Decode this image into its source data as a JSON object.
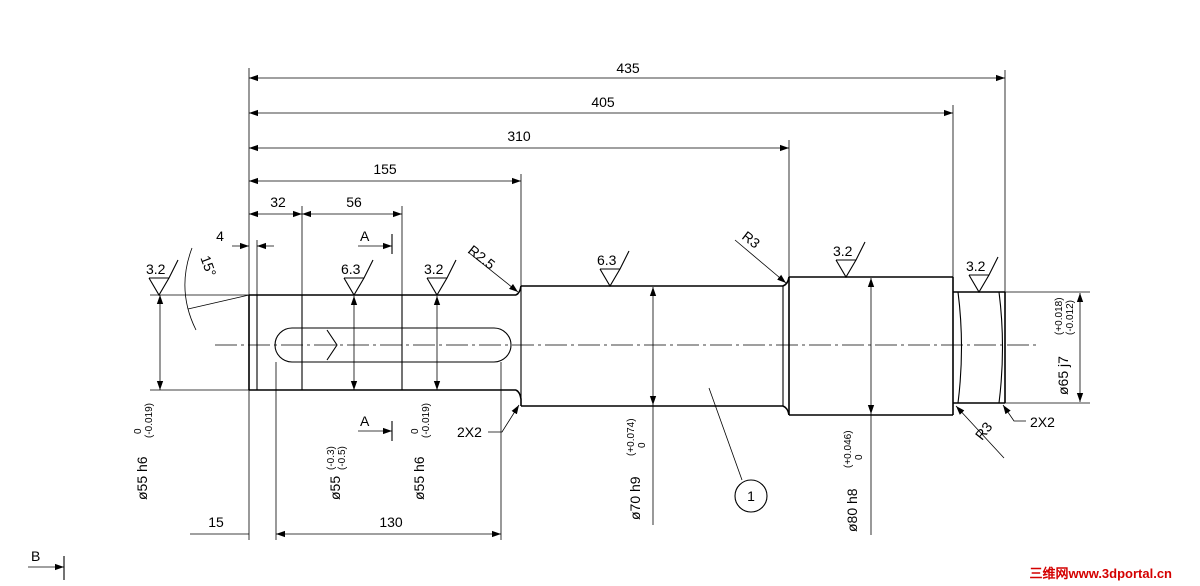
{
  "dims_horizontal": {
    "d435": "435",
    "d405": "405",
    "d310": "310",
    "d155": "155",
    "d32": "32",
    "d56": "56",
    "d4": "4",
    "d15": "15",
    "d130": "130"
  },
  "angle": "15°",
  "radii": {
    "r25": "R2.5",
    "r3_top": "R3",
    "r3_bottom": "R3"
  },
  "chamfers": {
    "left": "2X2",
    "right": "2X2"
  },
  "roughness": {
    "s1": "3.2",
    "s2": "6.3",
    "s3": "3.2",
    "s4": "6.3",
    "s5": "3.2",
    "s6": "3.2"
  },
  "section_labels": {
    "top": "A",
    "bottom": "A",
    "view": "B"
  },
  "diameters": {
    "d55_left": {
      "base": "ø55 h6",
      "upper": "0",
      "lower": "(-0.019)"
    },
    "d55_key": {
      "base": "ø55",
      "upper": "(-0.3)",
      "lower": "(-0.5)"
    },
    "d55_mid": {
      "base": "ø55 h6",
      "upper": "0",
      "lower": "(-0.019)"
    },
    "d70": {
      "base": "ø70 h9",
      "upper": "(+0.074)",
      "lower": "0"
    },
    "d80": {
      "base": "ø80 h8",
      "upper": "(+0.046)",
      "lower": "0"
    },
    "d65": {
      "base": "ø65 j7",
      "upper": "(+0.018)",
      "lower": "(-0.012)"
    }
  },
  "balloon": "1",
  "watermark": "三维网www.3dportal.cn",
  "colors": {
    "lines": "#000000",
    "watermark": "#d40000",
    "background": "#ffffff"
  }
}
